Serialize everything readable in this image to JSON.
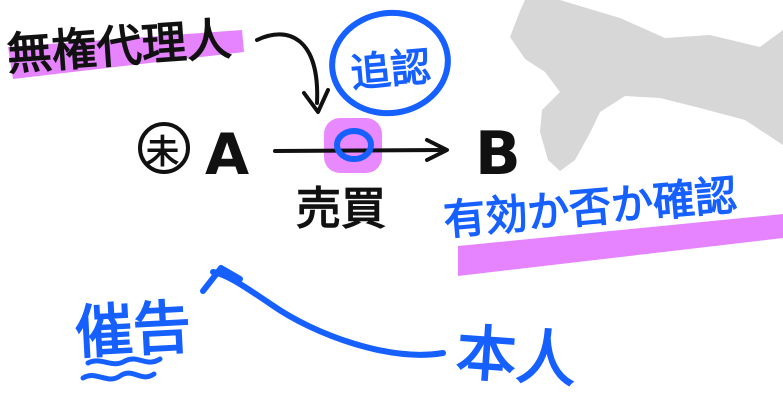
{
  "diagram": {
    "labels": {
      "agent_note": "無権代理人",
      "unclear_mark": "未",
      "party_a": "A",
      "party_b": "B",
      "sale": "売買",
      "circle_note": "追認",
      "right_note": "有効か否か確認",
      "left_bottom": "催告",
      "right_bottom": "本人"
    },
    "colors": {
      "ink_black": "#111111",
      "ink_blue": "#1560ff",
      "highlight_pink": "#e57cff",
      "background_gray": "#d7d7d7"
    }
  }
}
